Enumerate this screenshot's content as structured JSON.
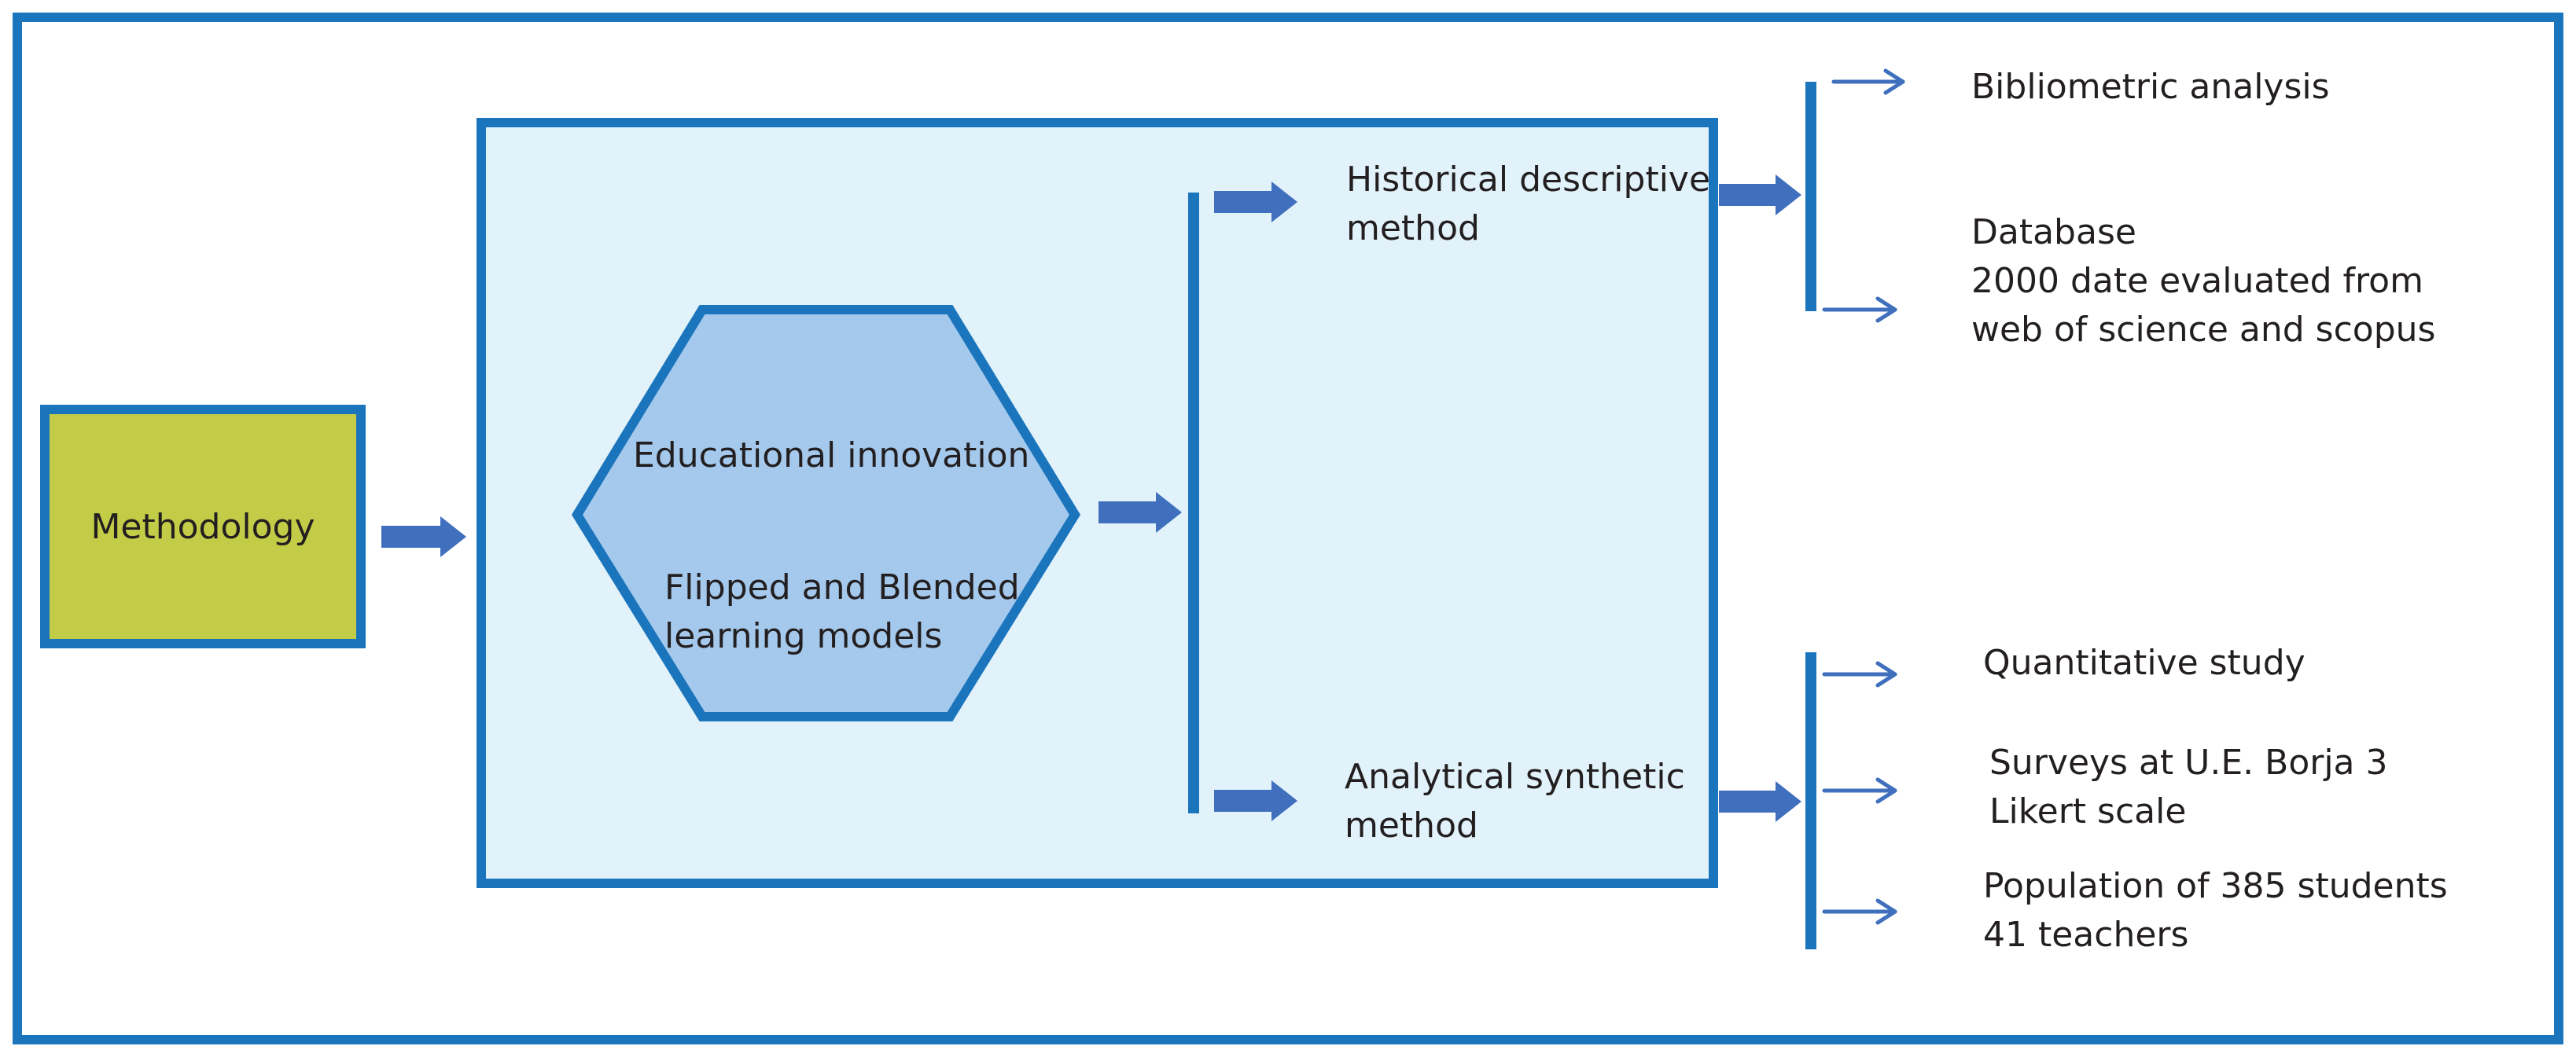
{
  "colors": {
    "frame_stroke": "#1b75bc",
    "panel_fill": "#e1f2fa",
    "hexagon_fill": "#a4c9ec",
    "methodology_fill": "#c3cc46",
    "arrow_fill": "#3f6fbd"
  },
  "methodology": {
    "label": "Methodology"
  },
  "hexagon": {
    "line1": "Educational innovation",
    "line2a": "Flipped and Blended",
    "line2b": "learning models"
  },
  "methods": {
    "historical": {
      "line1": "Historical descriptive",
      "line2": "method"
    },
    "analytical": {
      "line1": "Analytical synthetic",
      "line2": "method"
    }
  },
  "historical_outputs": {
    "bibliometric": "Bibliometric analysis",
    "database_line1": "Database",
    "database_line2": "2000 date evaluated from",
    "database_line3": "web of science and scopus"
  },
  "analytical_outputs": {
    "quantitative": "Quantitative study",
    "surveys_line1": "Surveys at U.E. Borja 3",
    "surveys_line2": "Likert scale",
    "population_line1": "Population of 385 students",
    "population_line2": "41 teachers"
  }
}
